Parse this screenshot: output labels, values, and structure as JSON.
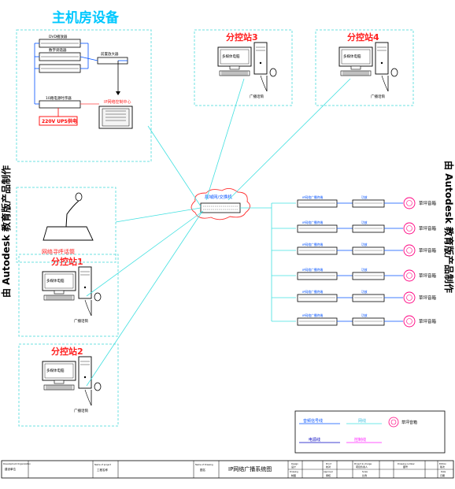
{
  "main_room": {
    "title": "主机房设备",
    "dvd_label": "DVD播放器",
    "tuner_label": "数字调谐器",
    "amp_label": "前置放大器",
    "switch_label": "10路电源时序器",
    "ups_label": "220V UPS供电",
    "control_center_label": "IP网络控制中心"
  },
  "stations": {
    "s3": {
      "title": "分控站3",
      "pc_label": "多媒体电脑",
      "mic_label": "广播话筒"
    },
    "s4": {
      "title": "分控站4",
      "pc_label": "多媒体电脑",
      "mic_label": "广播话筒"
    },
    "s1": {
      "title": "分控站1",
      "pc_label": "多媒体电脑",
      "mic_label": "广播话筒"
    },
    "s2": {
      "title": "分控站2",
      "pc_label": "多媒体电脑",
      "mic_label": "广播话筒"
    }
  },
  "paging_mic_label": "网络寻呼话筒",
  "network_switch_label": "局域网/交换机",
  "terminals": {
    "decoder_label": "IP网络广播终端",
    "amp_label": "功放",
    "speaker_label": "草坪音箱"
  },
  "side_text": "由 Autodesk 教育版产品制作",
  "legend": {
    "audio_line": "音频信号线",
    "network_line": "网线",
    "speaker_item": "草坪音箱",
    "power_line": "电源线",
    "control_line": "控制线"
  },
  "title_block": {
    "c1": "Development Organization",
    "c1b": "建设单位",
    "c2": "Name of project",
    "c2b": "工程名称",
    "c3": "Name of Drawing",
    "c3b": "图名",
    "drawing_title": "IP网络广播系统图",
    "c4": "Design",
    "c4b": "设计",
    "c5": "Drawing",
    "c5b": "制图",
    "c6": "Proof",
    "c6b": "校对",
    "c7": "Approval",
    "c7b": "审核",
    "c8": "Project In-charge",
    "c8b": "项目负责人",
    "c9": "Scale",
    "c9b": "比例",
    "c10": "Drawing number",
    "c10b": "图号",
    "c11": "Date",
    "c11b": "日期",
    "c12": "Edition",
    "c12b": "版次"
  }
}
